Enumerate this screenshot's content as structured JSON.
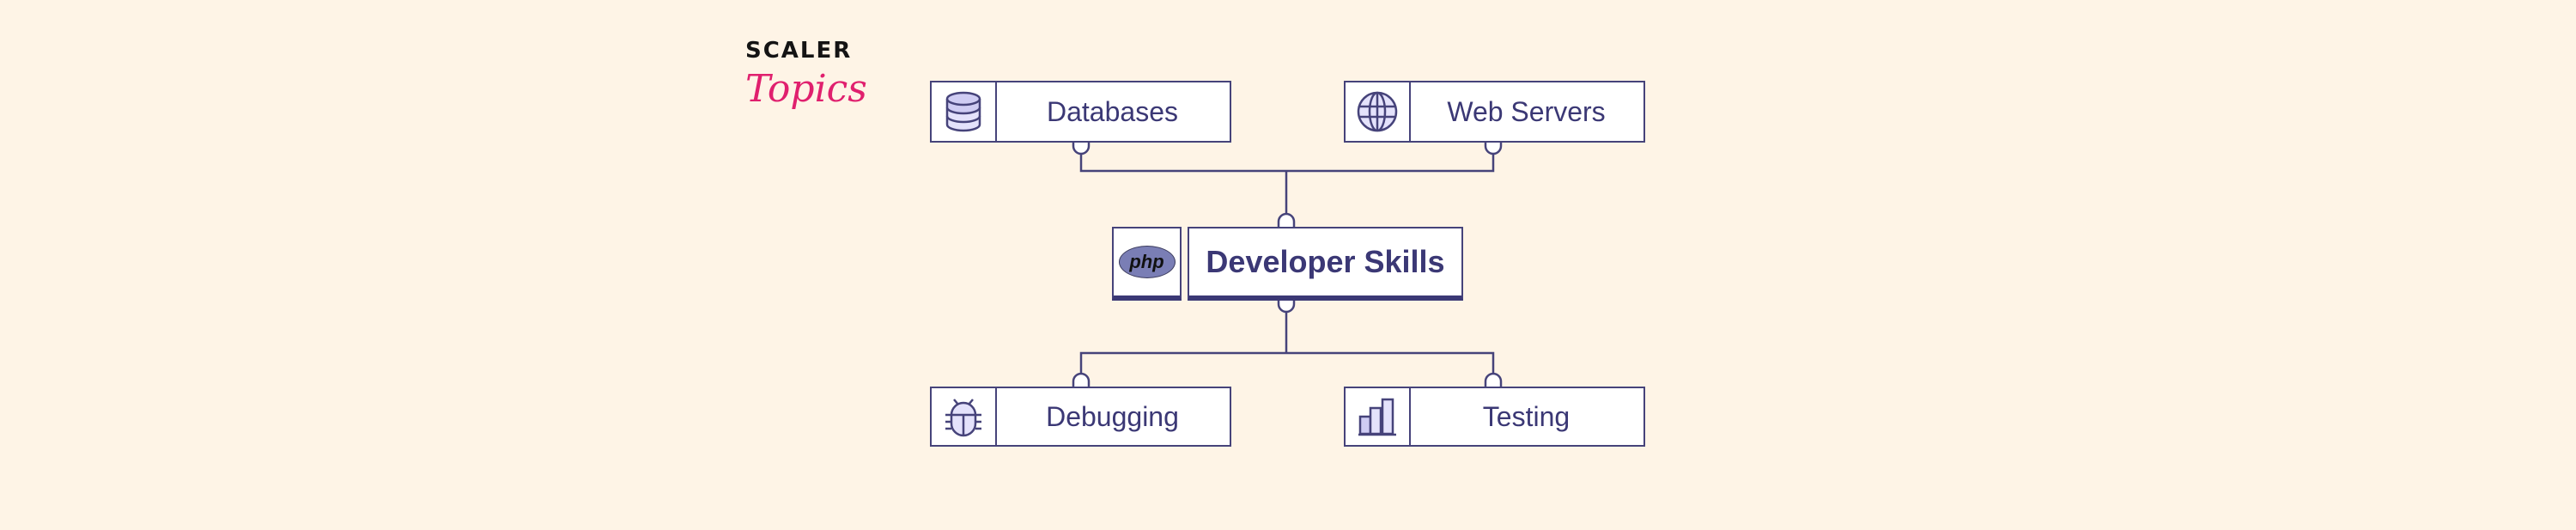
{
  "logo": {
    "line1": "SCALER",
    "line2": "Topics"
  },
  "nodes": {
    "databases": {
      "label": "Databases",
      "icon": "database-icon"
    },
    "web_servers": {
      "label": "Web Servers",
      "icon": "globe-icon"
    },
    "center": {
      "label": "Developer Skills",
      "icon": "php-logo-icon",
      "icon_text": "php"
    },
    "debugging": {
      "label": "Debugging",
      "icon": "bug-icon"
    },
    "testing": {
      "label": "Testing",
      "icon": "bar-chart-icon"
    }
  },
  "colors": {
    "background": "#fef4e6",
    "stroke": "#46437a",
    "icon_fill": "#dcdaf7",
    "logo_accent": "#e0206e"
  }
}
